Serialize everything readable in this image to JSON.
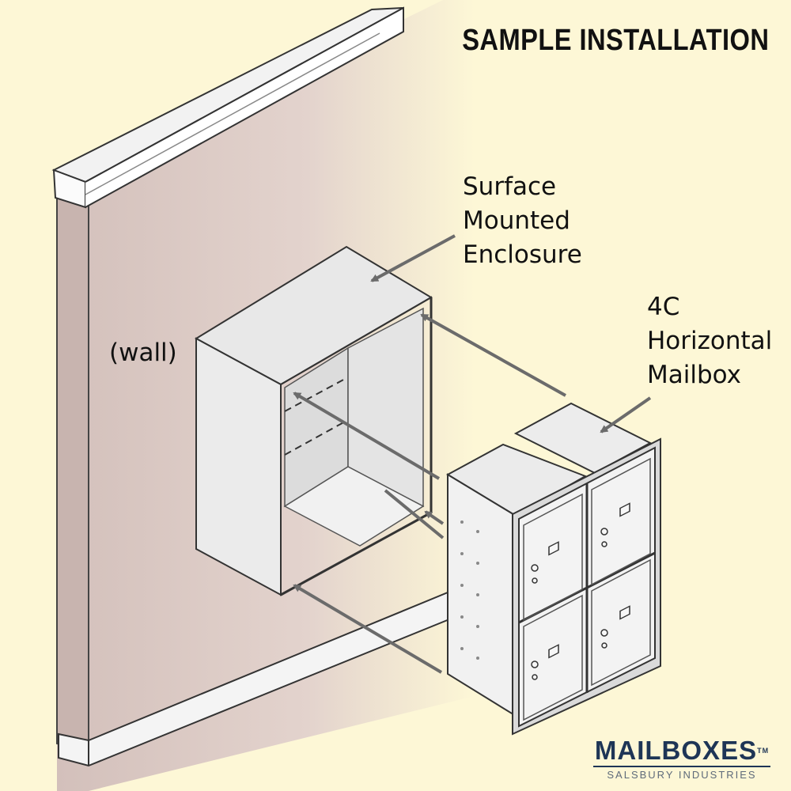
{
  "title": "SAMPLE INSTALLATION",
  "labels": {
    "enclosure": [
      "Surface",
      "Mounted",
      "Enclosure"
    ],
    "mailbox": [
      "4C",
      "Horizontal",
      "Mailbox"
    ],
    "wall": "(wall)"
  },
  "logo": {
    "name": "MAILBOXES",
    "trademark": "TM",
    "tagline": "SALSBURY INDUSTRIES"
  },
  "colors": {
    "background": "#fdf7d6",
    "wall": "#d9c5c0",
    "metal": "#e9e9e9",
    "arrow": "#707070",
    "logo": "#1e3556"
  }
}
